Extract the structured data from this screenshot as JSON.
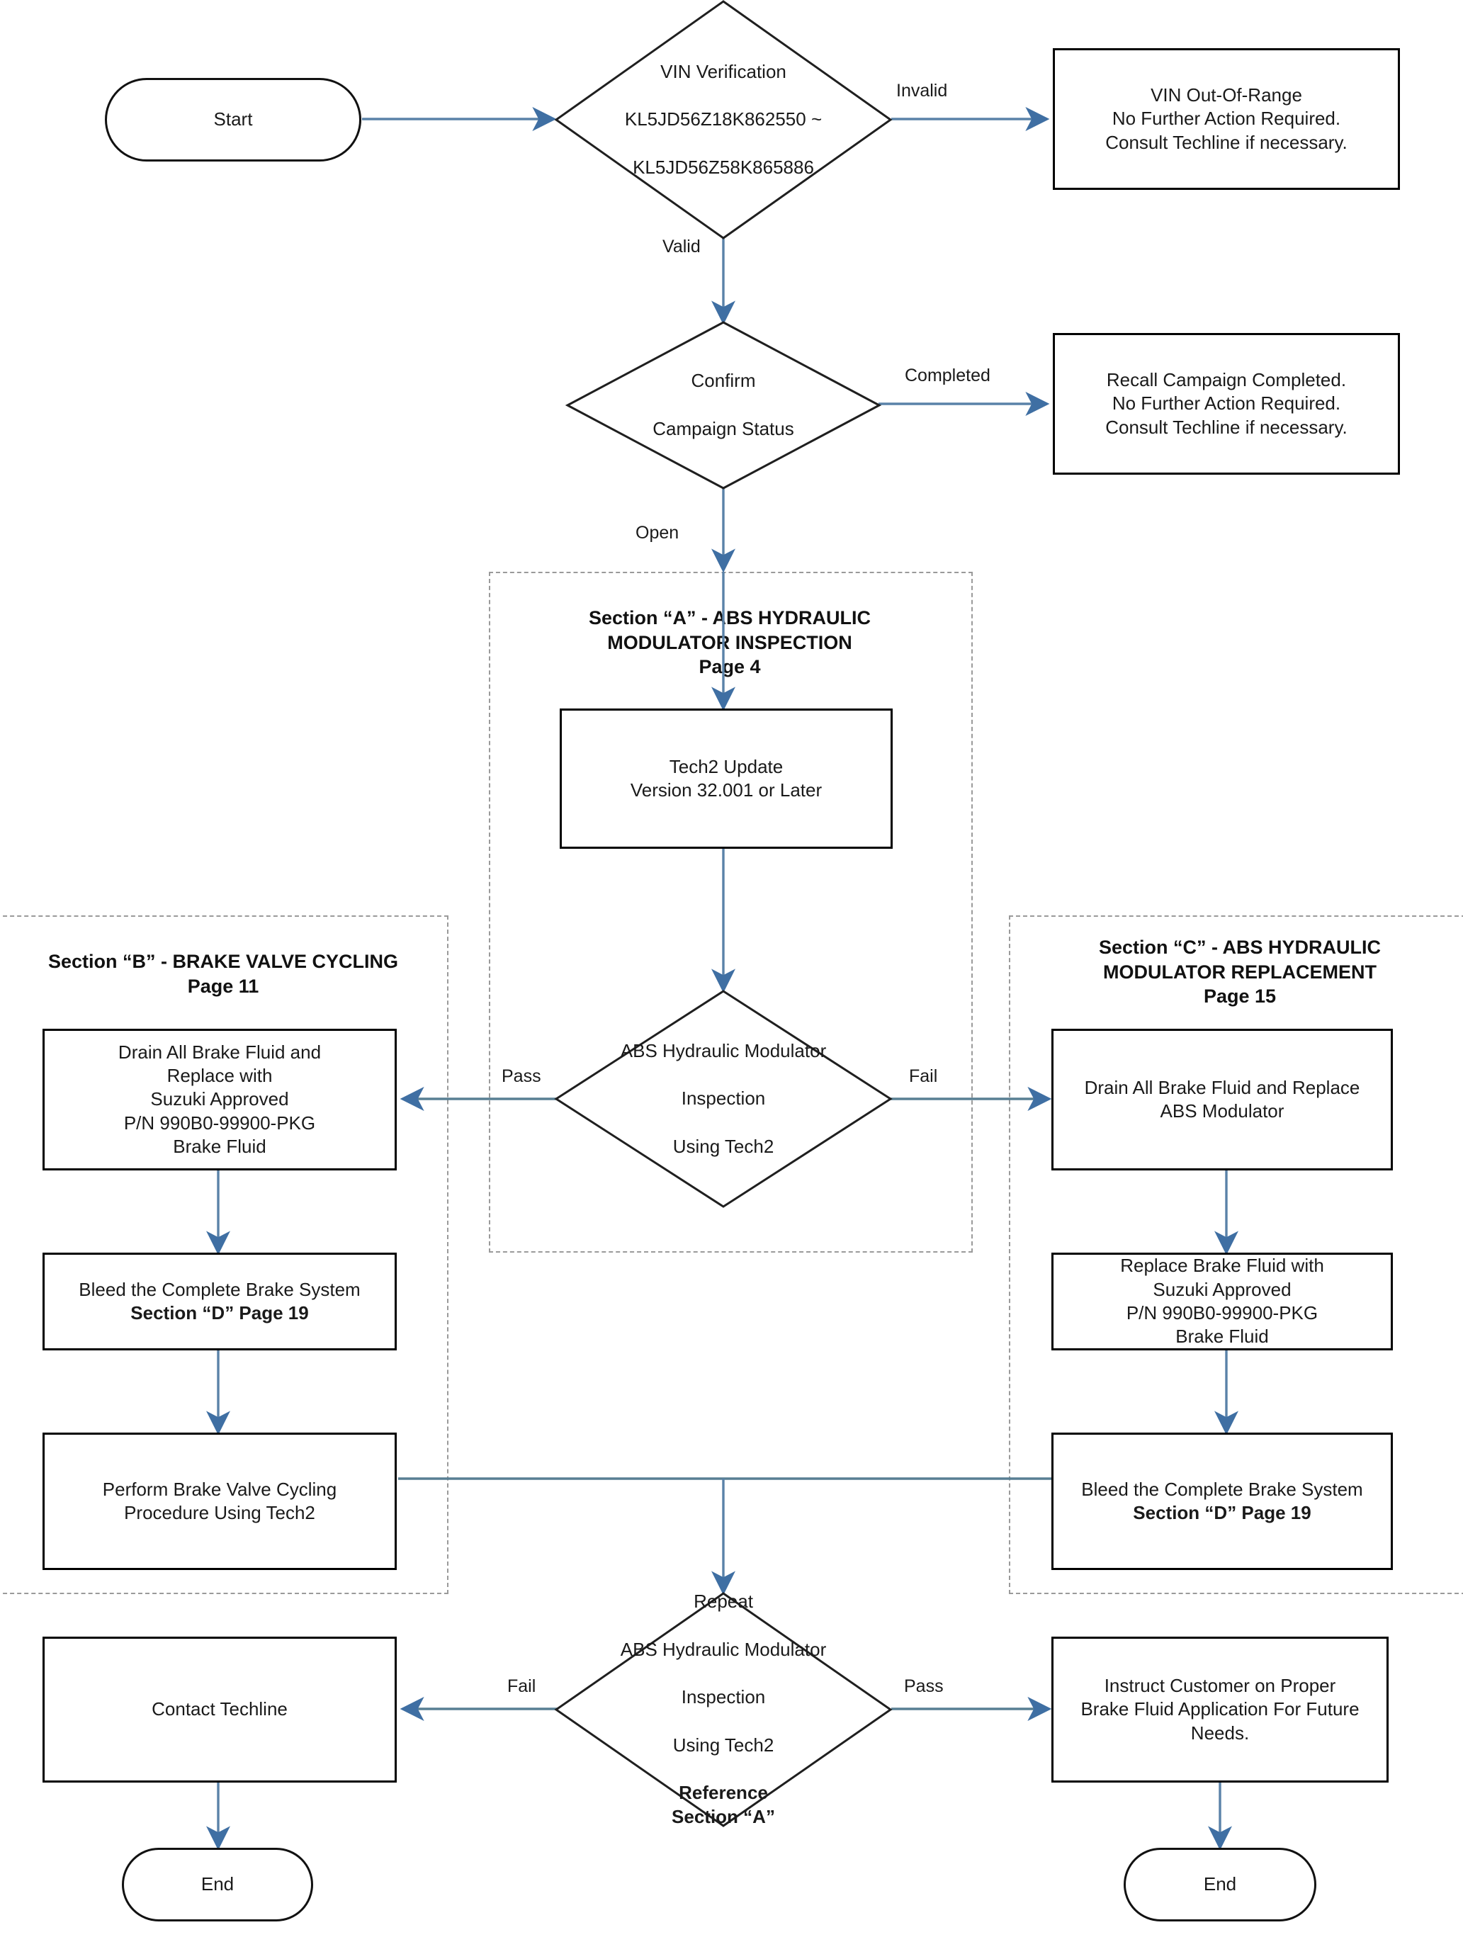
{
  "diagram": {
    "title": "ABS Hydraulic Modulator Recall Service Flowchart",
    "colors": {
      "connector": "#4a7ba6",
      "connector_dark": "#587f93",
      "node_border": "#000000",
      "section_border": "#9a9a9a",
      "text": "#1a1a1a",
      "background": "#ffffff"
    }
  },
  "nodes": {
    "start": {
      "label": "Start",
      "shape": "terminator"
    },
    "vin_verification": {
      "shape": "decision",
      "lines": [
        "VIN Verification",
        "KL5JD56Z18K862550 ~",
        "KL5JD56Z58K865886"
      ]
    },
    "vin_out_of_range": {
      "shape": "process",
      "lines": [
        "VIN Out-Of-Range",
        "No Further Action Required.",
        "Consult Techline if necessary."
      ]
    },
    "confirm_campaign_status": {
      "shape": "decision",
      "lines": [
        "Confirm",
        "Campaign Status"
      ]
    },
    "recall_completed": {
      "shape": "process",
      "lines": [
        "Recall Campaign Completed.",
        "No Further Action Required.",
        "Consult Techline if necessary."
      ]
    },
    "tech2_update": {
      "shape": "process",
      "lines": [
        "Tech2 Update",
        "Version 32.001 or Later"
      ]
    },
    "abs_inspection": {
      "shape": "decision",
      "lines": [
        "ABS Hydraulic Modulator",
        "Inspection",
        "Using Tech2"
      ]
    },
    "drain_replace_fluid_b": {
      "shape": "process",
      "lines": [
        "Drain All Brake Fluid and",
        "Replace with",
        "Suzuki Approved",
        "P/N 990B0-99900-PKG",
        "Brake Fluid"
      ]
    },
    "bleed_system_b": {
      "shape": "process",
      "lines": [
        "Bleed the Complete Brake System"
      ],
      "bold_lines": [
        "Section “D” Page 19"
      ]
    },
    "perform_valve_cycling": {
      "shape": "process",
      "lines": [
        "Perform Brake Valve Cycling",
        "Procedure Using Tech2"
      ]
    },
    "drain_replace_modulator_c": {
      "shape": "process",
      "lines": [
        "Drain All Brake Fluid and Replace",
        "ABS Modulator"
      ]
    },
    "replace_fluid_c": {
      "shape": "process",
      "lines": [
        "Replace Brake Fluid with",
        "Suzuki Approved",
        "P/N 990B0-99900-PKG",
        "Brake Fluid"
      ]
    },
    "bleed_system_c": {
      "shape": "process",
      "lines": [
        "Bleed the Complete Brake System"
      ],
      "bold_lines": [
        "Section “D” Page 19"
      ]
    },
    "repeat_inspection": {
      "shape": "decision",
      "lines": [
        "Repeat",
        "ABS Hydraulic Modulator",
        "Inspection",
        "Using Tech2"
      ],
      "bold_lines": [
        "Reference",
        "Section “A”"
      ]
    },
    "contact_techline": {
      "shape": "process",
      "lines": [
        "Contact Techline"
      ]
    },
    "instruct_customer": {
      "shape": "process",
      "lines": [
        "Instruct Customer on Proper",
        "Brake Fluid Application For Future",
        "Needs."
      ]
    },
    "end_left": {
      "label": "End",
      "shape": "terminator"
    },
    "end_right": {
      "label": "End",
      "shape": "terminator"
    }
  },
  "sections": {
    "a": {
      "title_lines": [
        "Section “A” - ABS HYDRAULIC",
        "MODULATOR INSPECTION",
        "Page 4"
      ]
    },
    "b": {
      "title_lines": [
        "Section “B” - BRAKE VALVE CYCLING",
        "Page 11"
      ]
    },
    "c": {
      "title_lines": [
        "Section “C” - ABS HYDRAULIC",
        "MODULATOR REPLACEMENT",
        "Page 15"
      ]
    }
  },
  "edge_labels": {
    "invalid": "Invalid",
    "valid": "Valid",
    "completed": "Completed",
    "open": "Open",
    "pass_mid": "Pass",
    "fail_mid": "Fail",
    "fail_bottom": "Fail",
    "pass_bottom": "Pass"
  }
}
